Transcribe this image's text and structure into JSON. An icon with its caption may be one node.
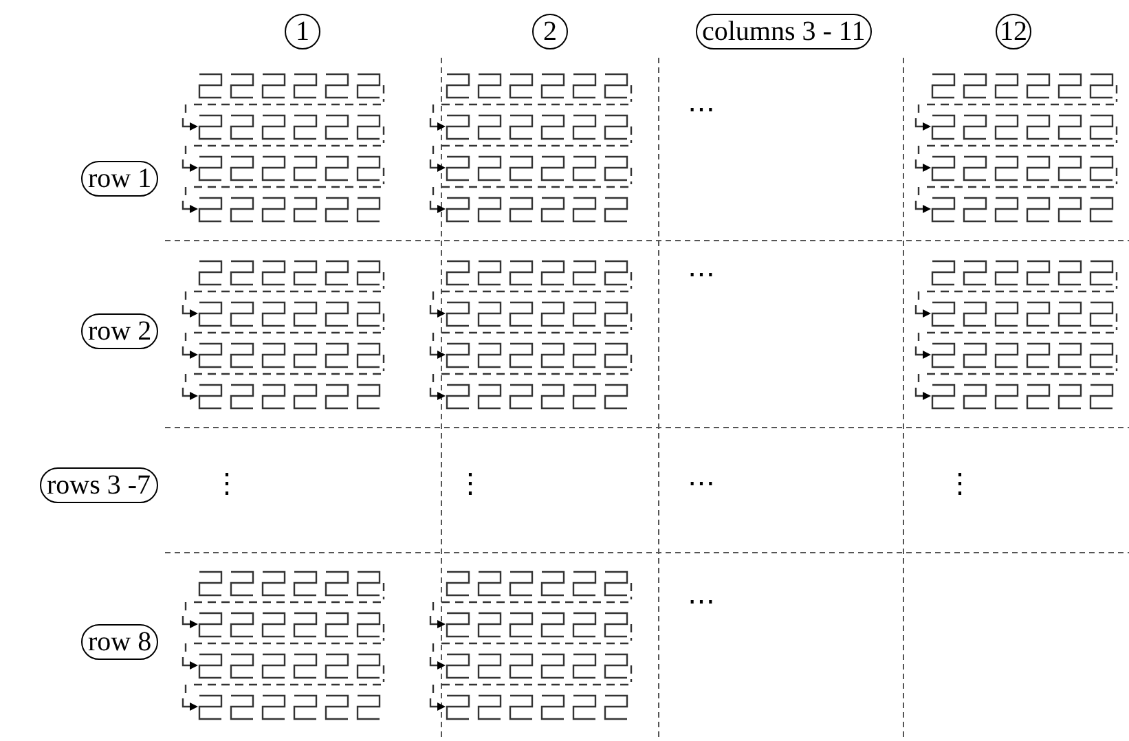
{
  "diagram": {
    "nodes": [
      {
        "text": [
          "1"
        ]
      },
      {
        "text": [
          "2"
        ]
      },
      {
        "text": [
          "columns 3 - 11"
        ]
      },
      {
        "text": [
          "12"
        ]
      },
      {
        "text": [
          "row 1"
        ]
      },
      {
        "text": [
          "row 2"
        ]
      },
      {
        "text": [
          "rows 3 -7"
        ]
      },
      {
        "text": [
          "row 8"
        ]
      }
    ],
    "edges": [],
    "labels": [
      "⋯",
      "⋯",
      "⋮",
      "⋮",
      "⋯",
      "⋮",
      "⋯"
    ]
  }
}
